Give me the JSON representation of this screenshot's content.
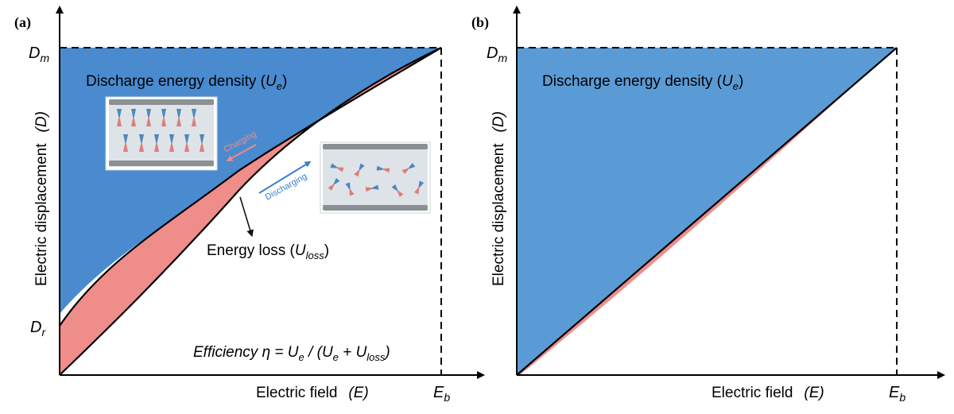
{
  "panel_a": {
    "label": "(a)",
    "y_label_text": "Electric displacement",
    "y_label_symbol": "(D)",
    "x_label_text": "Electric field",
    "x_label_symbol": "(E)",
    "tick_Dm": {
      "main": "D",
      "sub": "m"
    },
    "tick_Dr": {
      "main": "D",
      "sub": "r"
    },
    "tick_Eb": {
      "main": "E",
      "sub": "b"
    },
    "discharge": {
      "text": "Discharge energy density (",
      "sym": "U",
      "sub": "e",
      "close": ")"
    },
    "loss": {
      "text": "Energy loss (",
      "sym": "U",
      "sub": "loss",
      "close": ")"
    },
    "efficiency": {
      "a": "Efficiency η = ",
      "b": "U",
      "b_sub": "e",
      "c": " / (",
      "d": "U",
      "d_sub": "e",
      "e": " + ",
      "f": "U",
      "f_sub": "loss",
      "g": ")"
    },
    "charging_label": "Charging",
    "discharging_label": "Discharging",
    "colors": {
      "discharge_fill": "#4a8bd0",
      "loss_fill": "#ef8d8a",
      "charging_arrow": "#f08a86",
      "discharging_arrow": "#3a7fc8"
    }
  },
  "panel_b": {
    "label": "(b)",
    "y_label_text": "Electric displacement",
    "y_label_symbol": "(D)",
    "x_label_text": "Electric field",
    "x_label_symbol": "(E)",
    "tick_Dm": {
      "main": "D",
      "sub": "m"
    },
    "tick_Eb": {
      "main": "E",
      "sub": "b"
    },
    "discharge": {
      "text": "Discharge energy density (",
      "sym": "U",
      "sub": "e",
      "close": ")"
    },
    "colors": {
      "discharge_fill": "#5b9bd5",
      "loss_fill": "#ef8d8a"
    }
  }
}
